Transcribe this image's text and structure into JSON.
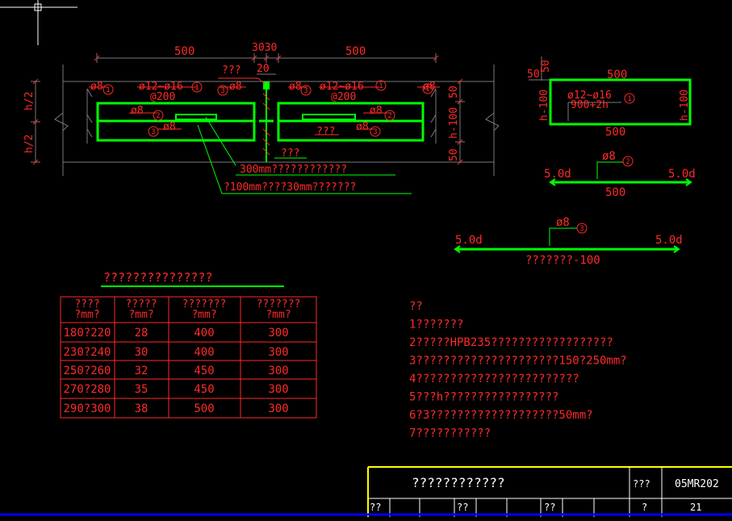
{
  "colors": {
    "background": "#000000",
    "red": "#ff2a2a",
    "green": "#00ff00",
    "gray": "#7a7a7a",
    "white": "#ffffff",
    "yellow": "#ffff00",
    "blue": "#0000ff"
  },
  "dims": {
    "left_500": "500",
    "mid_3030": "3030",
    "right_500": "500",
    "gap_20": "20",
    "h_half_top": "h/2",
    "h_half_bottom": "h/2",
    "right_50_top": "50",
    "right_h100": "h-100",
    "right_50_bottom": "50"
  },
  "labels": {
    "top_callout": "???",
    "bar_phi8_a": "ø8",
    "bar_phi12_16_a": "ø12~ø16",
    "bar_phi8_b": "ø8",
    "bar_phi8_c": "ø8",
    "bar_phi12_16_b": "ø12~ø16",
    "bar_phi8_d": "ø8",
    "spacing_a": "@200",
    "spacing_b": "@200",
    "phi8_mid_a": "ø8",
    "phi8_mid_b": "ø8",
    "phi8_low_a": "ø8",
    "phi8_low_b": "ø8",
    "inner_label": "???",
    "lower_callout": "???",
    "note_300": "300mm????????????",
    "note_100": "?100mm????30mm???????",
    "circle_1": "1",
    "circle_2": "2",
    "circle_3": "3"
  },
  "detail_box": {
    "d50": "50",
    "d50_left": "50",
    "top": "500",
    "bottom": "500",
    "left": "h-100",
    "right": "h-100",
    "bar": "ø12~ø16",
    "length": "900+2h",
    "circle": "1"
  },
  "detail_bar2": {
    "label": "ø8",
    "circle": "2",
    "hook_left": "5.0d",
    "hook_right": "5.0d",
    "length": "500"
  },
  "detail_bar3": {
    "label": "ø8",
    "circle": "3",
    "hook_left": "5.0d",
    "hook_right": "5.0d",
    "length": "???????-100"
  },
  "table": {
    "title": "???????????????",
    "headers": [
      "????\n?mm?",
      "?????\n?mm?",
      "???????\n?mm?",
      "???????\n?mm?"
    ],
    "rows": [
      [
        "180?220",
        "28",
        "400",
        "300"
      ],
      [
        "230?240",
        "30",
        "400",
        "300"
      ],
      [
        "250?260",
        "32",
        "450",
        "300"
      ],
      [
        "270?280",
        "35",
        "450",
        "300"
      ],
      [
        "290?300",
        "38",
        "500",
        "300"
      ]
    ]
  },
  "notes": [
    "??",
    "1???????",
    "2?????HPB235??????????????????",
    "3?????????????????????150?250mm?",
    "4????????????????????????",
    "5???h?????????????????",
    "6?3???????????????????50mm?",
    "7???????????"
  ],
  "title_block": {
    "drawing_title": "????????????",
    "label_tu_ji": "???",
    "drawing_code": "05MR202",
    "row2_a": "??",
    "row2_b": "??",
    "row2_c": "??",
    "row2_d": "?",
    "page": "21"
  }
}
